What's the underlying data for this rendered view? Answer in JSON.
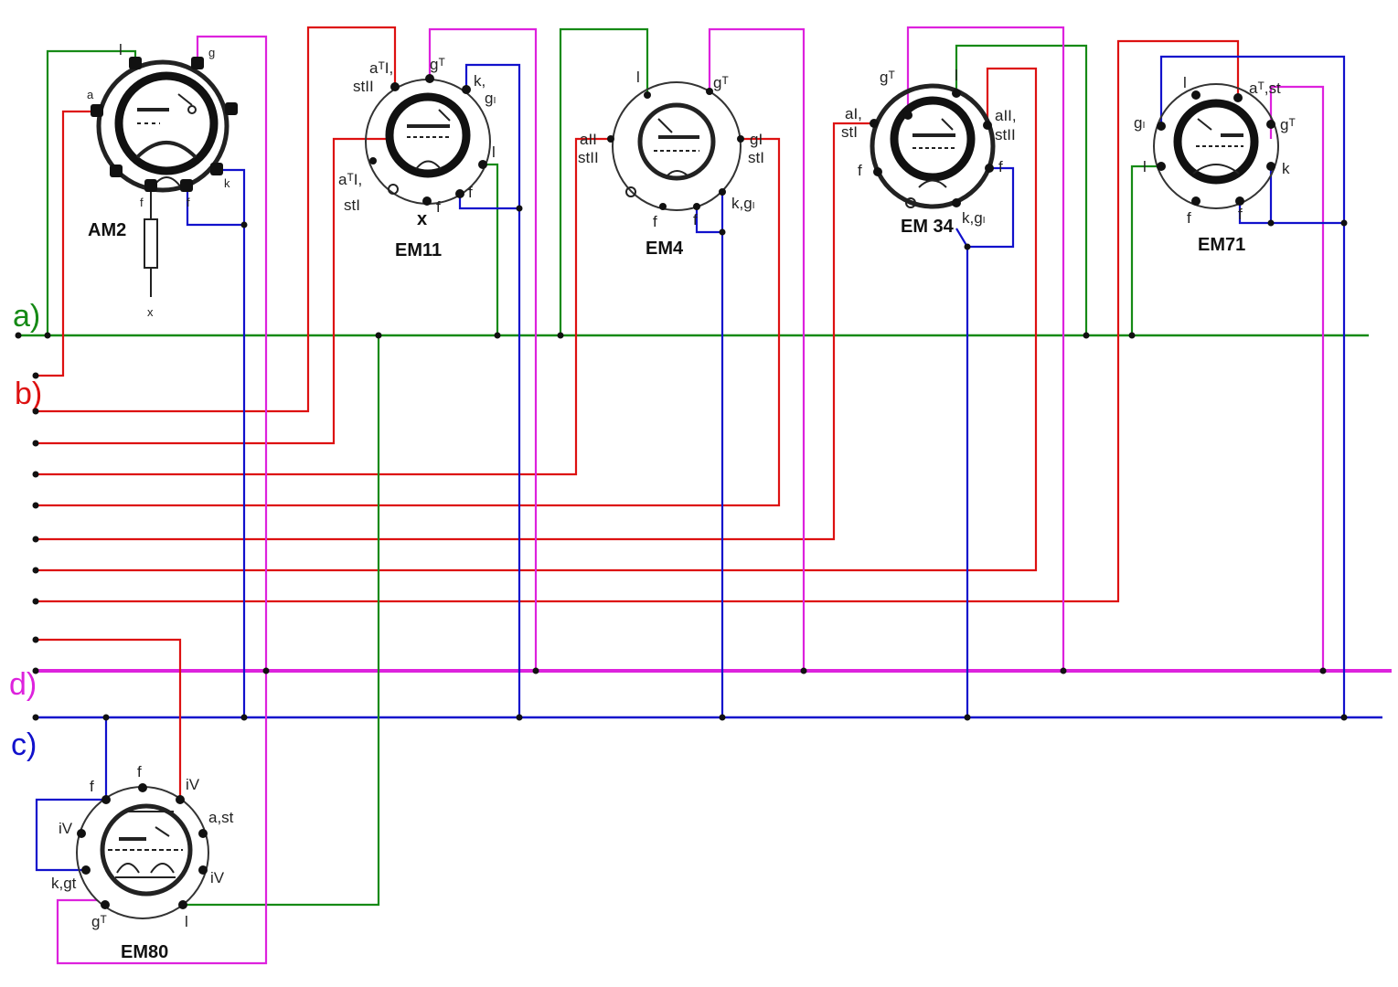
{
  "buses": [
    {
      "key": "a",
      "label": "a)",
      "color": "#168a16"
    },
    {
      "key": "b",
      "label": "b)",
      "color": "#dd1111"
    },
    {
      "key": "c",
      "label": "c)",
      "color": "#1111cc"
    },
    {
      "key": "d",
      "label": "d)",
      "color": "#dd22dd"
    }
  ],
  "tubes": {
    "am2": {
      "name": "AM2",
      "pins": {
        "l": "l",
        "g": "g",
        "a": "a",
        "f1": "f",
        "f2": "f",
        "k": "k"
      },
      "resistor_end": "x"
    },
    "em11": {
      "name": "EM11",
      "pins": {
        "a": "aᵀI,",
        "st": "stII",
        "gt": "gᵀ",
        "k": "k,",
        "gl": "gₗ",
        "l": "l",
        "a2": "aᵀI,",
        "st2": "stI",
        "f1": "f",
        "f2": "f",
        "x": "x"
      }
    },
    "em4": {
      "name": "EM4",
      "pins": {
        "l": "l",
        "gt": "gᵀ",
        "a2": "aII",
        "st2": "stII",
        "g1": "gI",
        "st1": "stI",
        "f1": "f",
        "f2": "f",
        "kgl": "k,gₗ"
      }
    },
    "em34": {
      "name": "EM 34",
      "pins": {
        "gt": "gᵀ",
        "l": "l",
        "a1": "aI,",
        "st1": "stI",
        "a2": "aII,",
        "st2": "stII",
        "f1": "f",
        "f2": "f",
        "kgl": "k,gₗ"
      }
    },
    "em71": {
      "name": "EM71",
      "pins": {
        "l": "l",
        "ast": "aᵀ,st",
        "gl": "gₗ",
        "gt": "gᵀ",
        "l2": "l",
        "k": "k",
        "f1": "f",
        "f2": "f"
      }
    },
    "em80": {
      "name": "EM80",
      "pins": {
        "f1": "f",
        "f2": "f",
        "iv1": "iV",
        "ast": "a,st",
        "iv2": "iV",
        "iv3": "iV",
        "kgt": "k,gt",
        "gt": "gᵀ",
        "l": "l"
      }
    }
  }
}
